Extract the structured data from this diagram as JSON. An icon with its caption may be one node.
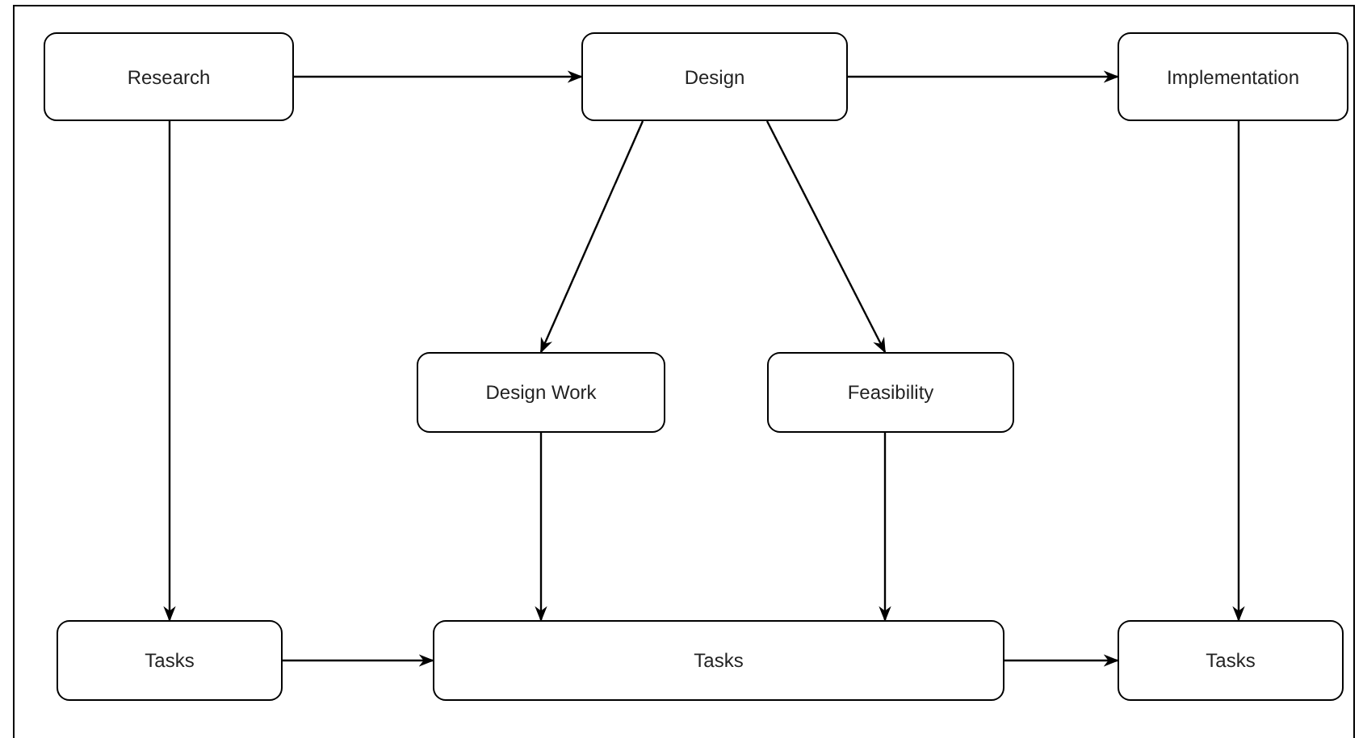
{
  "diagram": {
    "nodes": [
      {
        "text": [
          "Research"
        ]
      },
      {
        "text": [
          "Design"
        ]
      },
      {
        "text": [
          "Implementation"
        ]
      },
      {
        "text": [
          "Design Work"
        ]
      },
      {
        "text": [
          "Feasibility"
        ]
      },
      {
        "text": [
          "Tasks"
        ]
      },
      {
        "text": [
          "Tasks"
        ]
      },
      {
        "text": [
          "Tasks"
        ]
      }
    ],
    "edges": [
      {
        "from": 0,
        "to": 1,
        "arrow": "to"
      },
      {
        "from": 1,
        "to": 2,
        "arrow": "to"
      },
      {
        "from": 1,
        "to": 3,
        "arrow": "to"
      },
      {
        "from": 1,
        "to": 4,
        "arrow": "to"
      },
      {
        "from": 0,
        "to": 5,
        "arrow": "to"
      },
      {
        "from": 3,
        "to": 6,
        "arrow": "to"
      },
      {
        "from": 4,
        "to": 6,
        "arrow": "to"
      },
      {
        "from": 2,
        "to": 7,
        "arrow": "to"
      },
      {
        "from": 5,
        "to": 6,
        "arrow": "to"
      },
      {
        "from": 6,
        "to": 7,
        "arrow": "to"
      }
    ]
  }
}
